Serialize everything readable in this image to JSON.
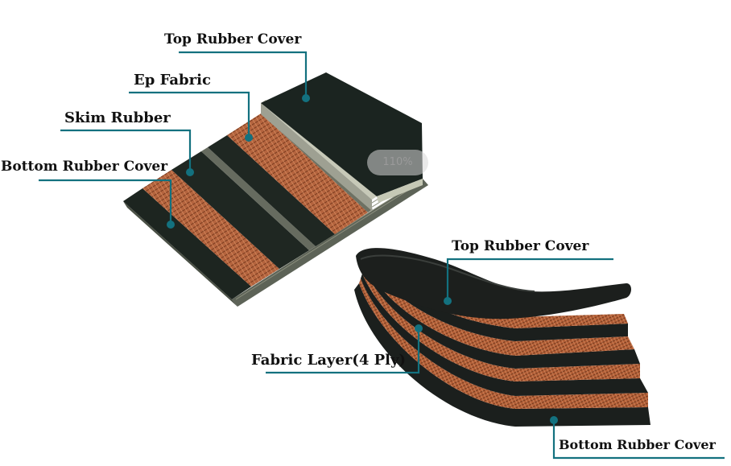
{
  "zoom_level": "110%",
  "top_diagram": {
    "labels": {
      "top_rubber_cover": "Top Rubber Cover",
      "ep_fabric": "Ep Fabric",
      "skim_rubber": "Skim Rubber",
      "bottom_rubber_cover": "Bottom Rubber Cover"
    }
  },
  "bottom_diagram": {
    "labels": {
      "top_rubber_cover": "Top Rubber Cover",
      "fabric_layer": "Fabric Layer(4 Ply)",
      "bottom_rubber_cover": "Bottom Rubber Cover"
    }
  },
  "colors": {
    "leader_line": "#13717f",
    "rubber": "#1d2420",
    "fabric": "#b8643d"
  }
}
